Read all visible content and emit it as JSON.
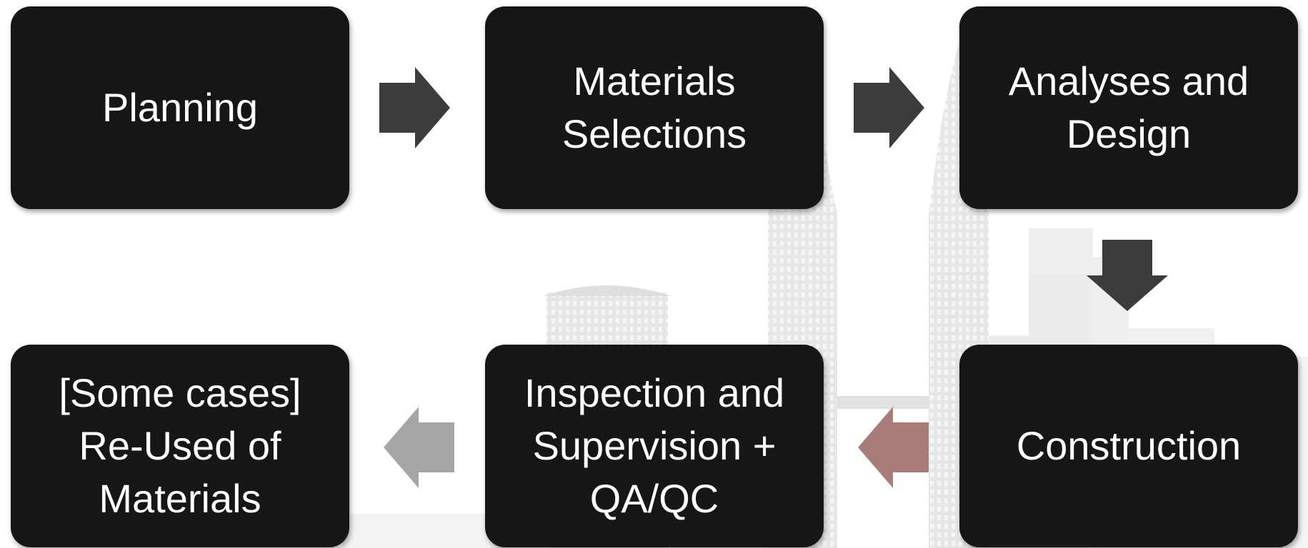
{
  "diagram": {
    "steps": [
      {
        "label": "Planning"
      },
      {
        "label": "Materials\nSelections"
      },
      {
        "label": "Analyses and\nDesign"
      },
      {
        "label": "Construction"
      },
      {
        "label": "Inspection and\nSupervision +\nQA/QC"
      },
      {
        "label": "[Some cases]\nRe-Used of\nMaterials"
      }
    ],
    "colors": {
      "box": "#161616",
      "text": "#ffffff",
      "arrow_dark": "#3c3c3c",
      "arrow_rose": "#a87c78",
      "arrow_light": "#a6a6a6"
    }
  }
}
